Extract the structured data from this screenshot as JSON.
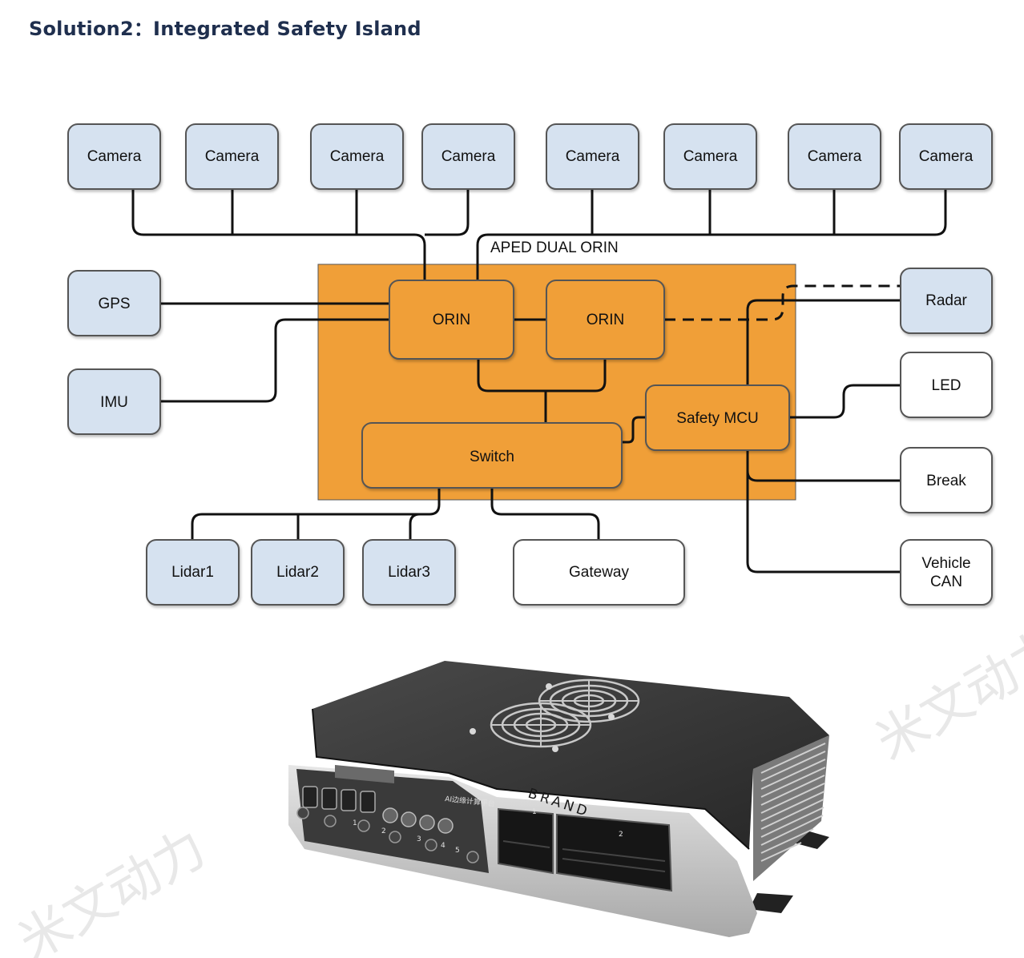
{
  "title": "Solution2：Integrated Safety Island",
  "diagram": {
    "board_label": "APED DUAL ORIN",
    "cameras": [
      "Camera",
      "Camera",
      "Camera",
      "Camera",
      "Camera",
      "Camera",
      "Camera",
      "Camera"
    ],
    "gps": "GPS",
    "imu": "IMU",
    "orin_left": "ORIN",
    "orin_right": "ORIN",
    "safety_mcu": "Safety MCU",
    "switch": "Switch",
    "radar": "Radar",
    "led": "LED",
    "break": "Break",
    "vehicle_can": [
      "Vehicle",
      "CAN"
    ],
    "lidars": [
      "Lidar1",
      "Lidar2",
      "Lidar3"
    ],
    "gateway": "Gateway"
  },
  "product": {
    "brand": "BRAND",
    "label": "AI边缘计算平台",
    "port_numbers": [
      "1",
      "2",
      "3",
      "4",
      "5"
    ],
    "connector_numbers": [
      "1",
      "2"
    ],
    "watermark": "米文动力"
  },
  "colors": {
    "sensor_fill": "#d6e2f0",
    "board_fill": "#f09f38",
    "box_stroke": "#555555",
    "title": "#1f2f4e"
  }
}
